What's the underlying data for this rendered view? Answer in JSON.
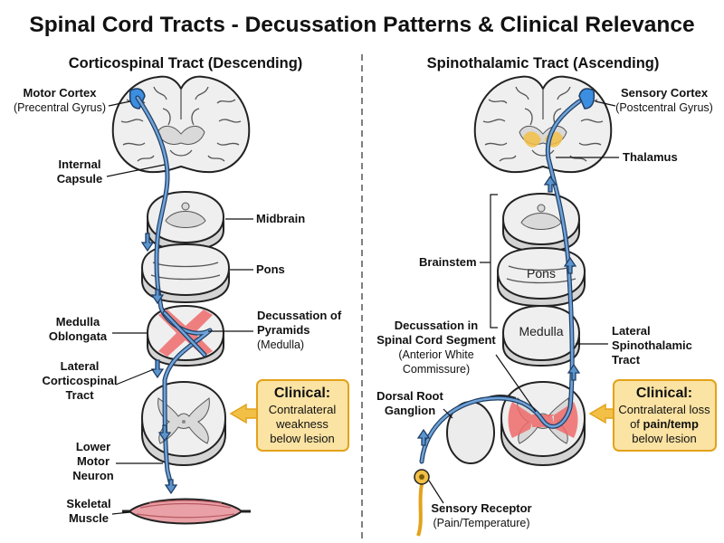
{
  "title": "Spinal Cord Tracts - Decussation Patterns & Clinical Relevance",
  "colors": {
    "tract": "#6fa3d8",
    "tract_outline": "#1f3d63",
    "cortex_highlight": "#3c8ee0",
    "decussation": "#ef6b6b",
    "thalamus": "#f2c046",
    "clinical_fill": "#fbe3a3",
    "clinical_border": "#e3a21a"
  },
  "left_panel": {
    "heading": "Corticospinal Tract (Descending)",
    "labels": {
      "motor_cortex": "Motor Cortex",
      "motor_cortex_sub": "(Precentral Gyrus)",
      "internal_capsule_1": "Internal",
      "internal_capsule_2": "Capsule",
      "midbrain": "Midbrain",
      "pons": "Pons",
      "medulla_1": "Medulla",
      "medulla_2": "Oblongata",
      "decussation_1": "Decussation of",
      "decussation_2": "Pyramids",
      "decussation_sub": "(Medulla)",
      "lateral_cs_1": "Lateral",
      "lateral_cs_2": "Corticospinal",
      "lateral_cs_3": "Tract",
      "lmn_1": "Lower",
      "lmn_2": "Motor",
      "lmn_3": "Neuron",
      "muscle_1": "Skeletal",
      "muscle_2": "Muscle"
    },
    "clinical": {
      "heading": "Clinical:",
      "line1": "Contralateral",
      "line2": "weakness",
      "line3": "below lesion"
    }
  },
  "right_panel": {
    "heading": "Spinothalamic Tract (Ascending)",
    "labels": {
      "sensory_cortex": "Sensory Cortex",
      "sensory_cortex_sub": "(Postcentral Gyrus)",
      "thalamus": "Thalamus",
      "brainstem": "Brainstem",
      "pons": "Pons",
      "medulla": "Medulla",
      "decussation_1": "Decussation in",
      "decussation_2": "Spinal Cord Segment",
      "decussation_sub1": "(Anterior White",
      "decussation_sub2": "Commissure)",
      "lateral_st_1": "Lateral",
      "lateral_st_2": "Spinothalamic",
      "lateral_st_3": "Tract",
      "drg_1": "Dorsal Root",
      "drg_2": "Ganglion",
      "receptor": "Sensory Receptor",
      "receptor_sub": "(Pain/Temperature)"
    },
    "clinical": {
      "heading": "Clinical:",
      "line1": "Contralateral loss",
      "line2_pre": "of ",
      "line2_bold": "pain/temp",
      "line3": "below lesion"
    }
  }
}
